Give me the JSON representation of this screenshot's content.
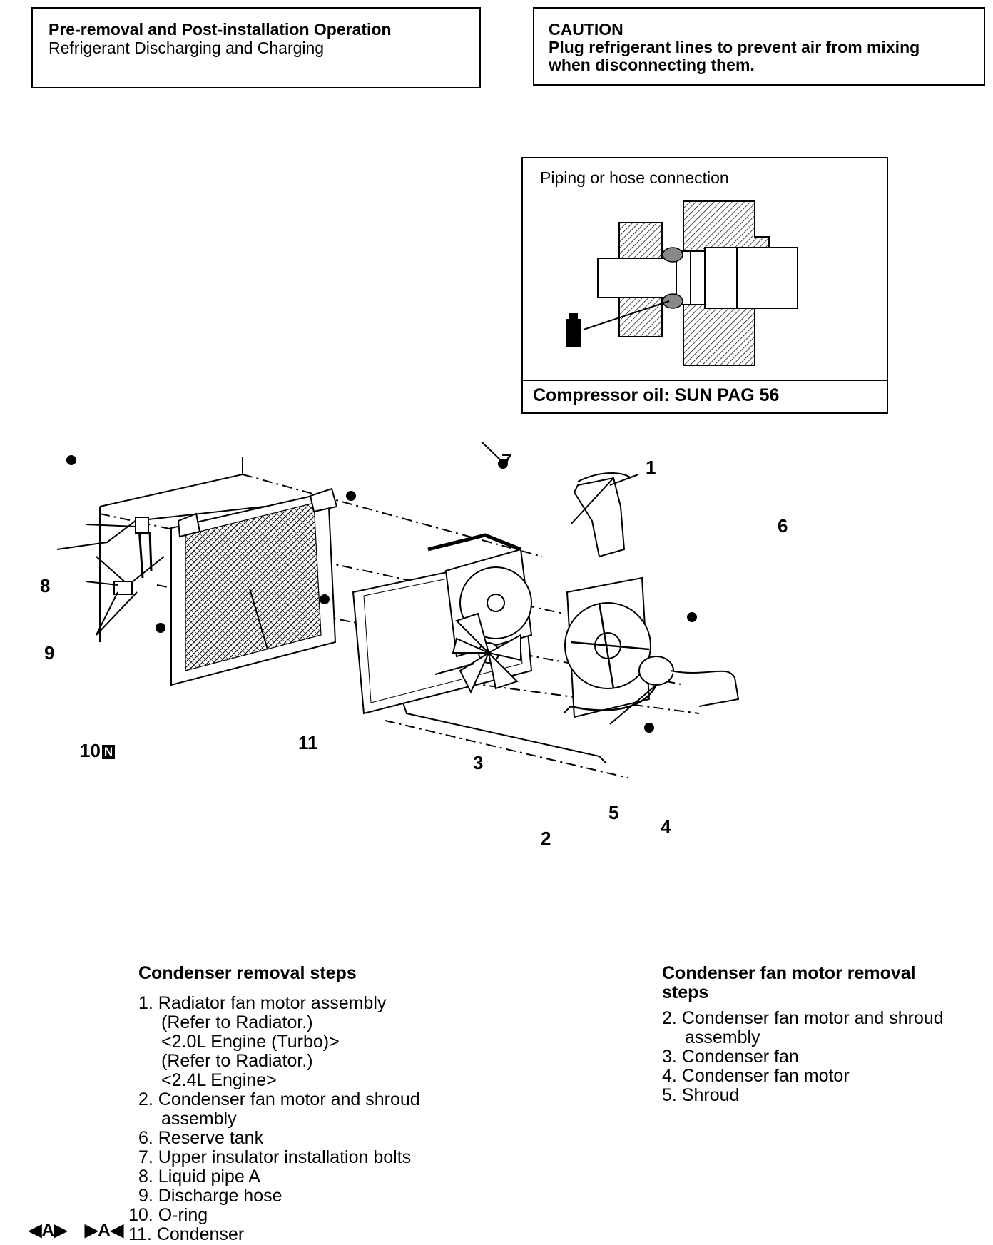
{
  "pre_box": {
    "title": "Pre-removal and Post-installation Operation",
    "subtitle": "Refrigerant Discharging and Charging"
  },
  "caution_box": {
    "title": "CAUTION",
    "line1": "Plug refrigerant lines to prevent air from mixing",
    "line2": "when disconnecting them."
  },
  "piping_box": {
    "title": "Piping or hose connection",
    "oil": "Compressor oil: SUN PAG 56"
  },
  "callouts": {
    "c1": "1",
    "c2": "2",
    "c3": "3",
    "c4": "4",
    "c5": "5",
    "c6": "6",
    "c7": "7",
    "c8": "8",
    "c9": "9",
    "c10": "10",
    "c10_badge": "N",
    "c11": "11"
  },
  "condenser_removal": {
    "heading": "Condenser removal steps",
    "lines": [
      "1. Radiator fan motor assembly",
      "(Refer to Radiator.)",
      "<2.0L Engine (Turbo)>",
      "(Refer to  Radiator.)",
      "<2.4L Engine>",
      "2. Condenser fan motor and shroud",
      "assembly",
      "6. Reserve tank",
      "7. Upper insulator installation bolts",
      "8. Liquid pipe A",
      "9. Discharge hose",
      "10. O-ring",
      "11. Condenser"
    ]
  },
  "fan_motor_removal": {
    "heading_line1": "Condenser fan motor removal",
    "heading_line2": "steps",
    "lines": [
      "2. Condenser fan motor and shroud",
      "assembly",
      "3. Condenser fan",
      "4. Condenser fan motor",
      "5. Shroud"
    ]
  },
  "service_marks": {
    "a_left": "◀A▶",
    "a_right": "▶A◀"
  }
}
